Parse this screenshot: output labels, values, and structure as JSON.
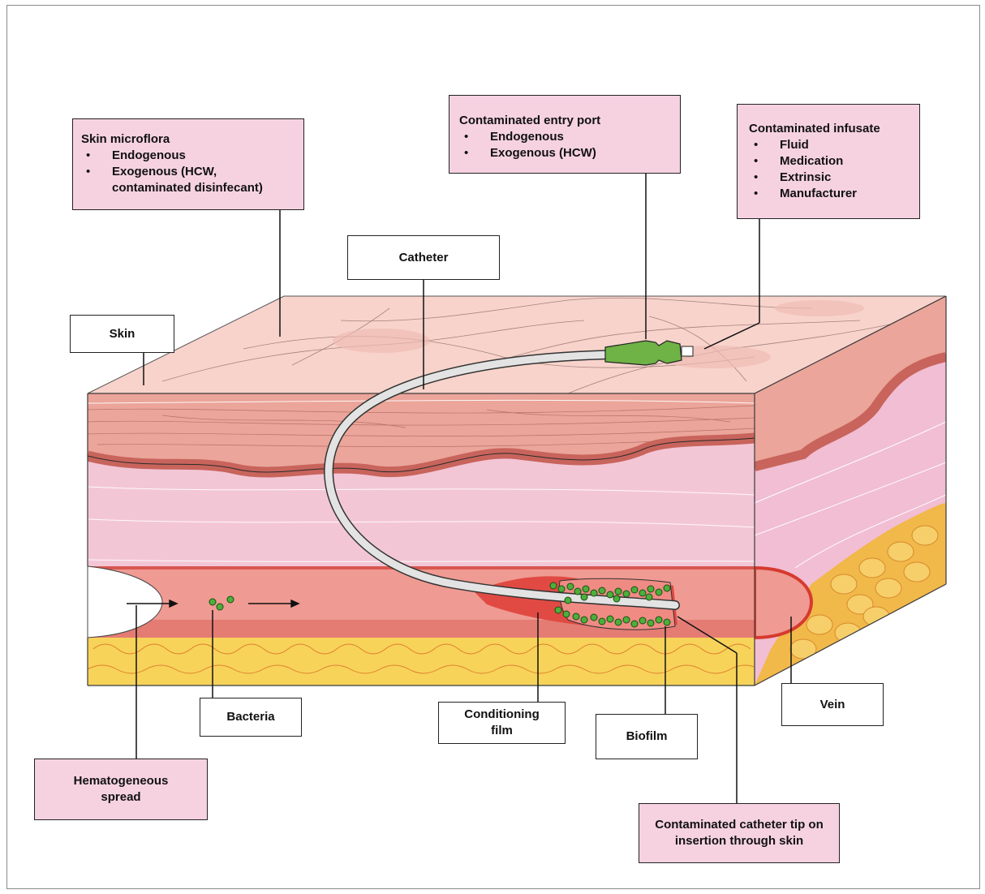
{
  "callouts": {
    "skin_microflora": {
      "title": "Skin microflora",
      "items": [
        "Endogenous",
        "Exogenous (HCW, contaminated disinfecant)"
      ]
    },
    "contaminated_entry_port": {
      "title": "Contaminated entry port",
      "items": [
        "Endogenous",
        "Exogenous (HCW)"
      ]
    },
    "contaminated_infusate": {
      "title": "Contaminated infusate",
      "items": [
        "Fluid",
        "Medication",
        "Extrinsic",
        "Manufacturer"
      ]
    },
    "hematogeneous_spread": "Hematogeneous spread",
    "contaminated_catheter_tip": "Contaminated catheter tip on insertion through skin"
  },
  "labels": {
    "catheter": "Catheter",
    "skin": "Skin",
    "bacteria": "Bacteria",
    "conditioning_film": "Conditioning film",
    "biofilm": "Biofilm",
    "vein": "Vein"
  },
  "colors": {
    "callout_pink": "#f6d2e1",
    "catheter_hub": "#6fb245",
    "bacteria_green": "#4caf3a",
    "fat": "#f7d35a",
    "blood": "#e88680"
  }
}
